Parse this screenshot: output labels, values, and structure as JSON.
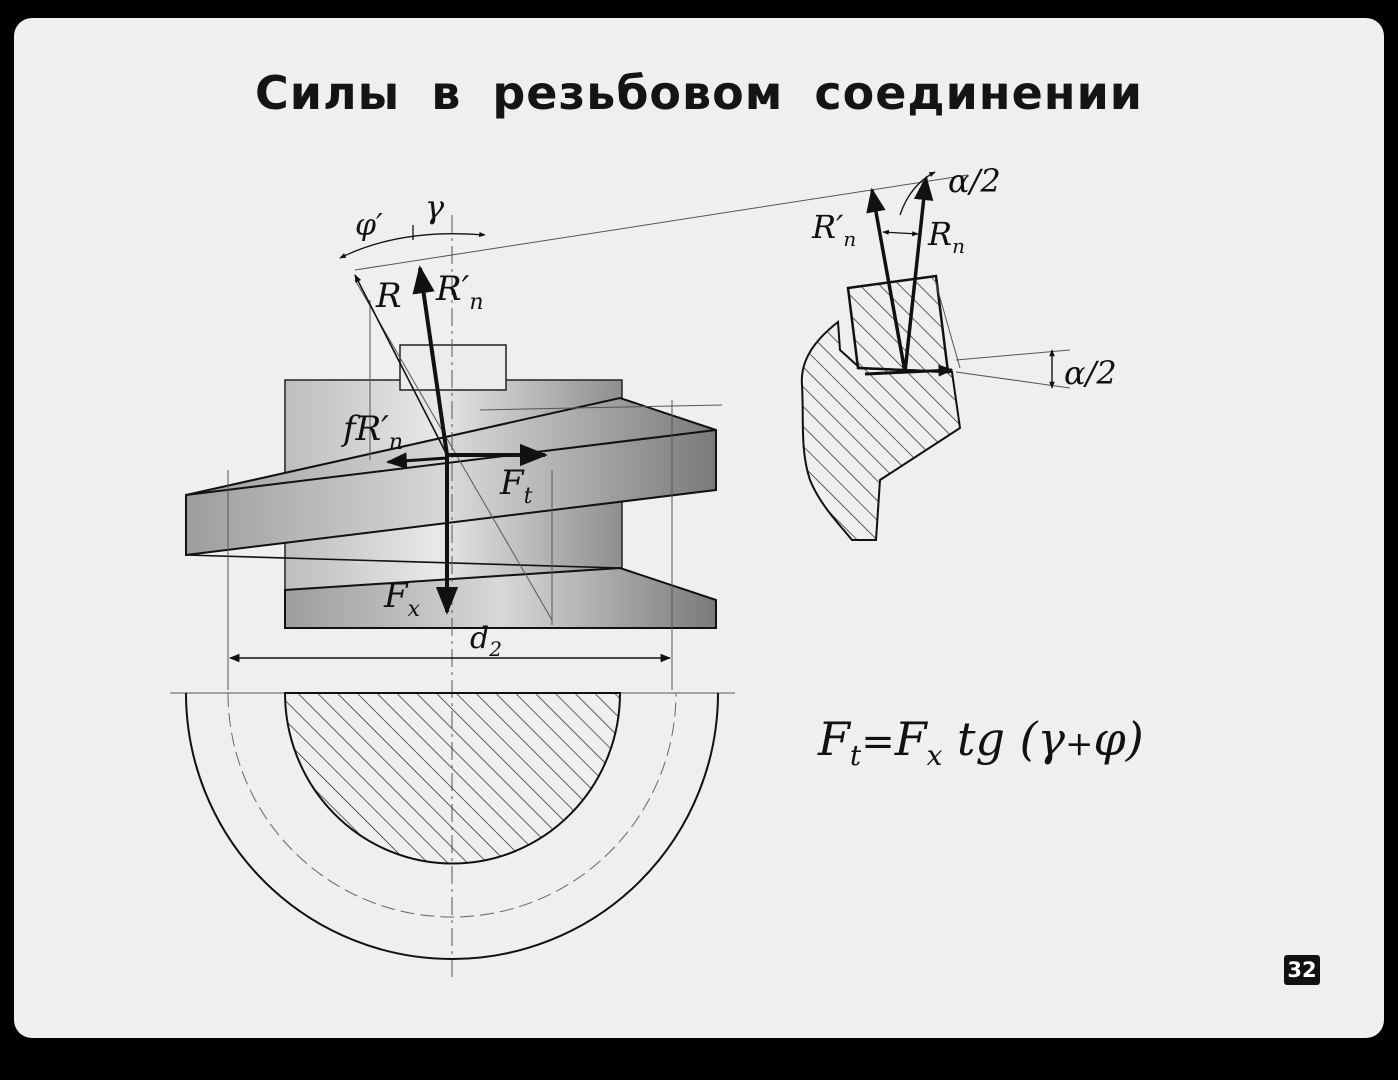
{
  "slide": {
    "title": "Силы в резьбовом соединении",
    "page_number": "32"
  },
  "labels": {
    "phi_prime": "φ′",
    "gamma": "γ",
    "R": "R",
    "Rn_prime_main": "R′",
    "Rn_prime_main_sub": "n",
    "fRn_prefix": "fR′",
    "fRn_sub": "n",
    "Ft": "F",
    "Ft_sub": "t",
    "Fx": "F",
    "Fx_sub": "x",
    "d2": "d",
    "d2_sub": "2",
    "detail_Rn_prime": "R′",
    "detail_Rn_prime_sub": "n",
    "detail_Rn": "R",
    "detail_Rn_sub": "n",
    "alpha_half_top": "α/2",
    "alpha_half_side": "α/2"
  },
  "formula": {
    "text": "Ft=Fx tg (γ+φ)",
    "F1": "F",
    "sub1": "t",
    "eq": "=",
    "F2": "F",
    "sub2": "x",
    "tg": " tg (",
    "gamma": "γ",
    "plus": "+",
    "phi": "φ",
    "close": ")"
  },
  "colors": {
    "slide_bg": "#efefef",
    "ink": "#111111",
    "frame": "#000000"
  }
}
